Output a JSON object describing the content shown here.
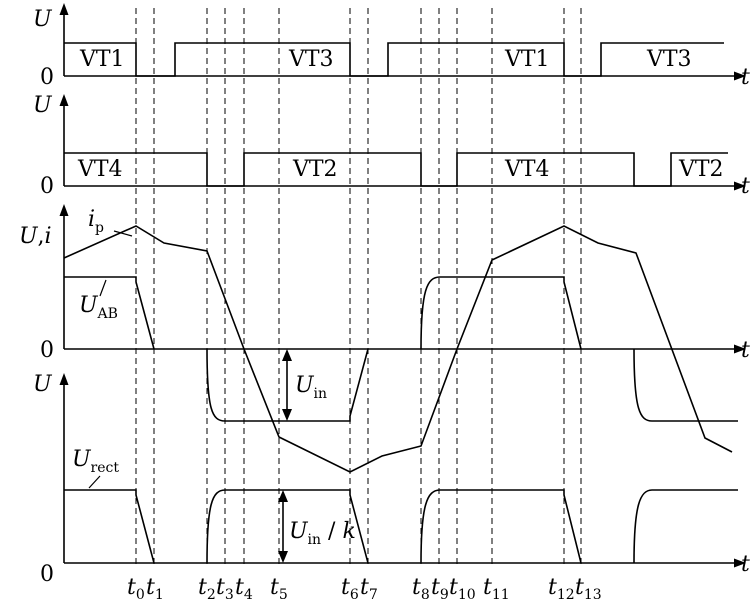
{
  "axes": {
    "panel1": {
      "y": "U",
      "x": "t",
      "zero": "0"
    },
    "panel2": {
      "y": "U",
      "x": "t",
      "zero": "0"
    },
    "panel3": {
      "y_main": "U",
      "y_sep": ",",
      "y_second": "i",
      "x": "t",
      "zero": "0"
    },
    "panel4": {
      "y": "U",
      "x": "t",
      "zero": "0"
    }
  },
  "gate_labels": {
    "row1": [
      "VT1",
      "VT3",
      "VT1",
      "VT3"
    ],
    "row2": [
      "VT4",
      "VT2",
      "VT4",
      "VT2"
    ]
  },
  "curve_labels": {
    "ip_main": "i",
    "ip_sub": "p",
    "uab_main": "U",
    "uab_sub": "AB",
    "urect_main": "U",
    "urect_sub": "rect"
  },
  "annotations": {
    "uin_main": "U",
    "uin_sub": "in",
    "uink_main": "U",
    "uink_sub": "in",
    "uink_rest": " / ",
    "uink_k": "k"
  },
  "time_marks": [
    {
      "main": "t",
      "sub": "0"
    },
    {
      "main": "t",
      "sub": "1"
    },
    {
      "main": "t",
      "sub": "2"
    },
    {
      "main": "t",
      "sub": "3"
    },
    {
      "main": "t",
      "sub": "4"
    },
    {
      "main": "t",
      "sub": "5"
    },
    {
      "main": "t",
      "sub": "6"
    },
    {
      "main": "t",
      "sub": "7"
    },
    {
      "main": "t",
      "sub": "8"
    },
    {
      "main": "t",
      "sub": "9"
    },
    {
      "main": "t",
      "sub": "10"
    },
    {
      "main": "t",
      "sub": "11"
    },
    {
      "main": "t",
      "sub": "12"
    },
    {
      "main": "t",
      "sub": "13"
    }
  ]
}
